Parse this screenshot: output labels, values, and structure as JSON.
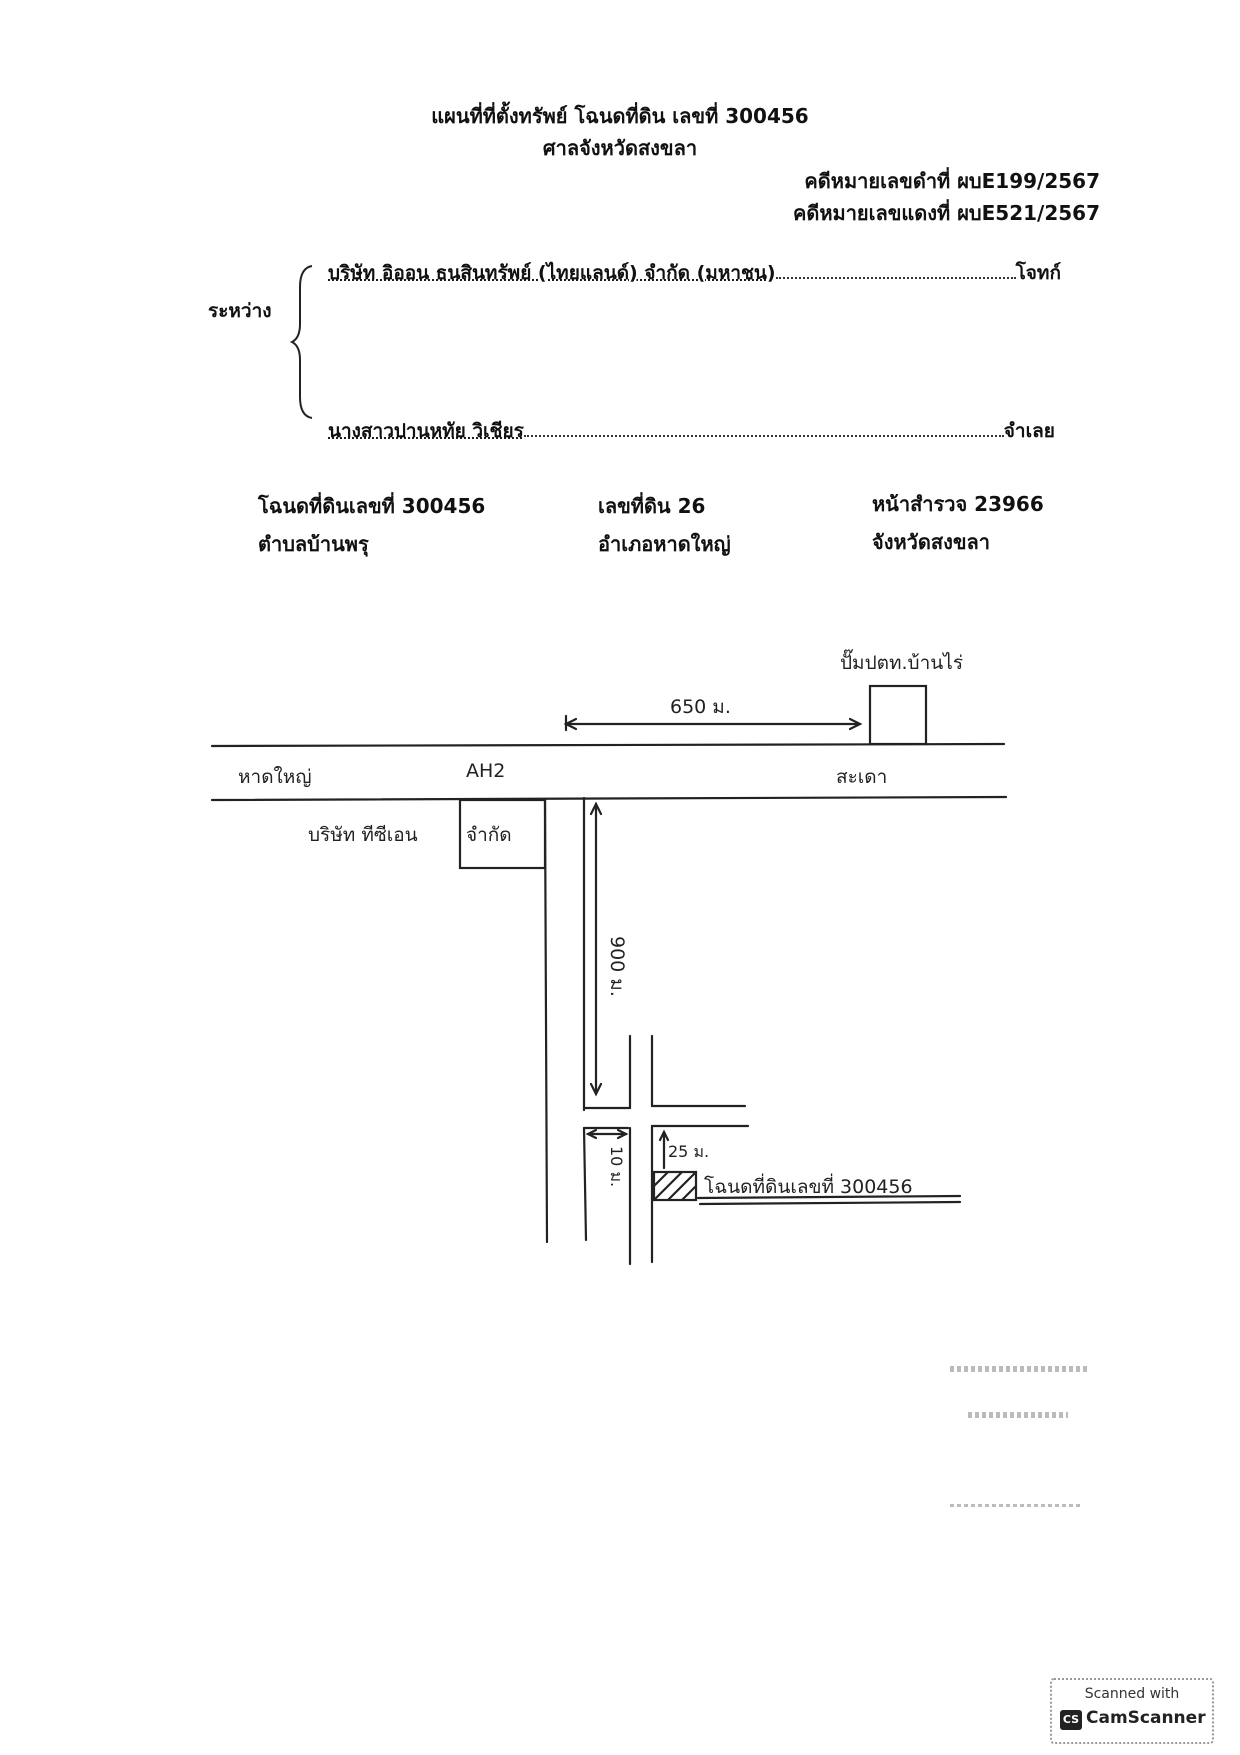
{
  "header": {
    "title": "แผนที่ที่ตั้งทรัพย์ โฉนดที่ดิน เลขที่ 300456",
    "court": "ศาลจังหวัดสงขลา",
    "black_case": "คดีหมายเลขดำที่ ผบE199/2567",
    "red_case": "คดีหมายเลขแดงที่ ผบE521/2567"
  },
  "parties": {
    "between_label": "ระหว่าง",
    "plaintiff_name": "บริษัท อิออน ธนสินทรัพย์ (ไทยแลนด์) จำกัด (มหาชน)",
    "plaintiff_role": "โจทก์",
    "defendant_name": "นางสาวปานหทัย วิเชียร",
    "defendant_role": "จำเลย"
  },
  "land_info": {
    "deed_no": "โฉนดที่ดินเลขที่ 300456",
    "subdistrict": "ตำบลบ้านพรุ",
    "land_no": "เลขที่ดิน 26",
    "district": "อำเภอหาดใหญ่",
    "survey_page": "หน้าสำรวจ 23966",
    "province": "จังหวัดสงขลา"
  },
  "map": {
    "gas_station": "ปั๊มปตท.บ้านไร่",
    "dist_650": "650 ม.",
    "to_left": "หาดใหญ่",
    "road": "AH2",
    "to_right": "สะเดา",
    "company": "บริษัท ทีซีเอน",
    "company_suffix": "จำกัด",
    "dist_900": "900 ม.",
    "dist_10": "10 ม.",
    "dist_25": "25 ม.",
    "target": "โฉนดที่ดินเลขที่ 300456"
  },
  "scanner": {
    "top": "Scanned with",
    "logo": "CS",
    "name": "CamScanner"
  }
}
